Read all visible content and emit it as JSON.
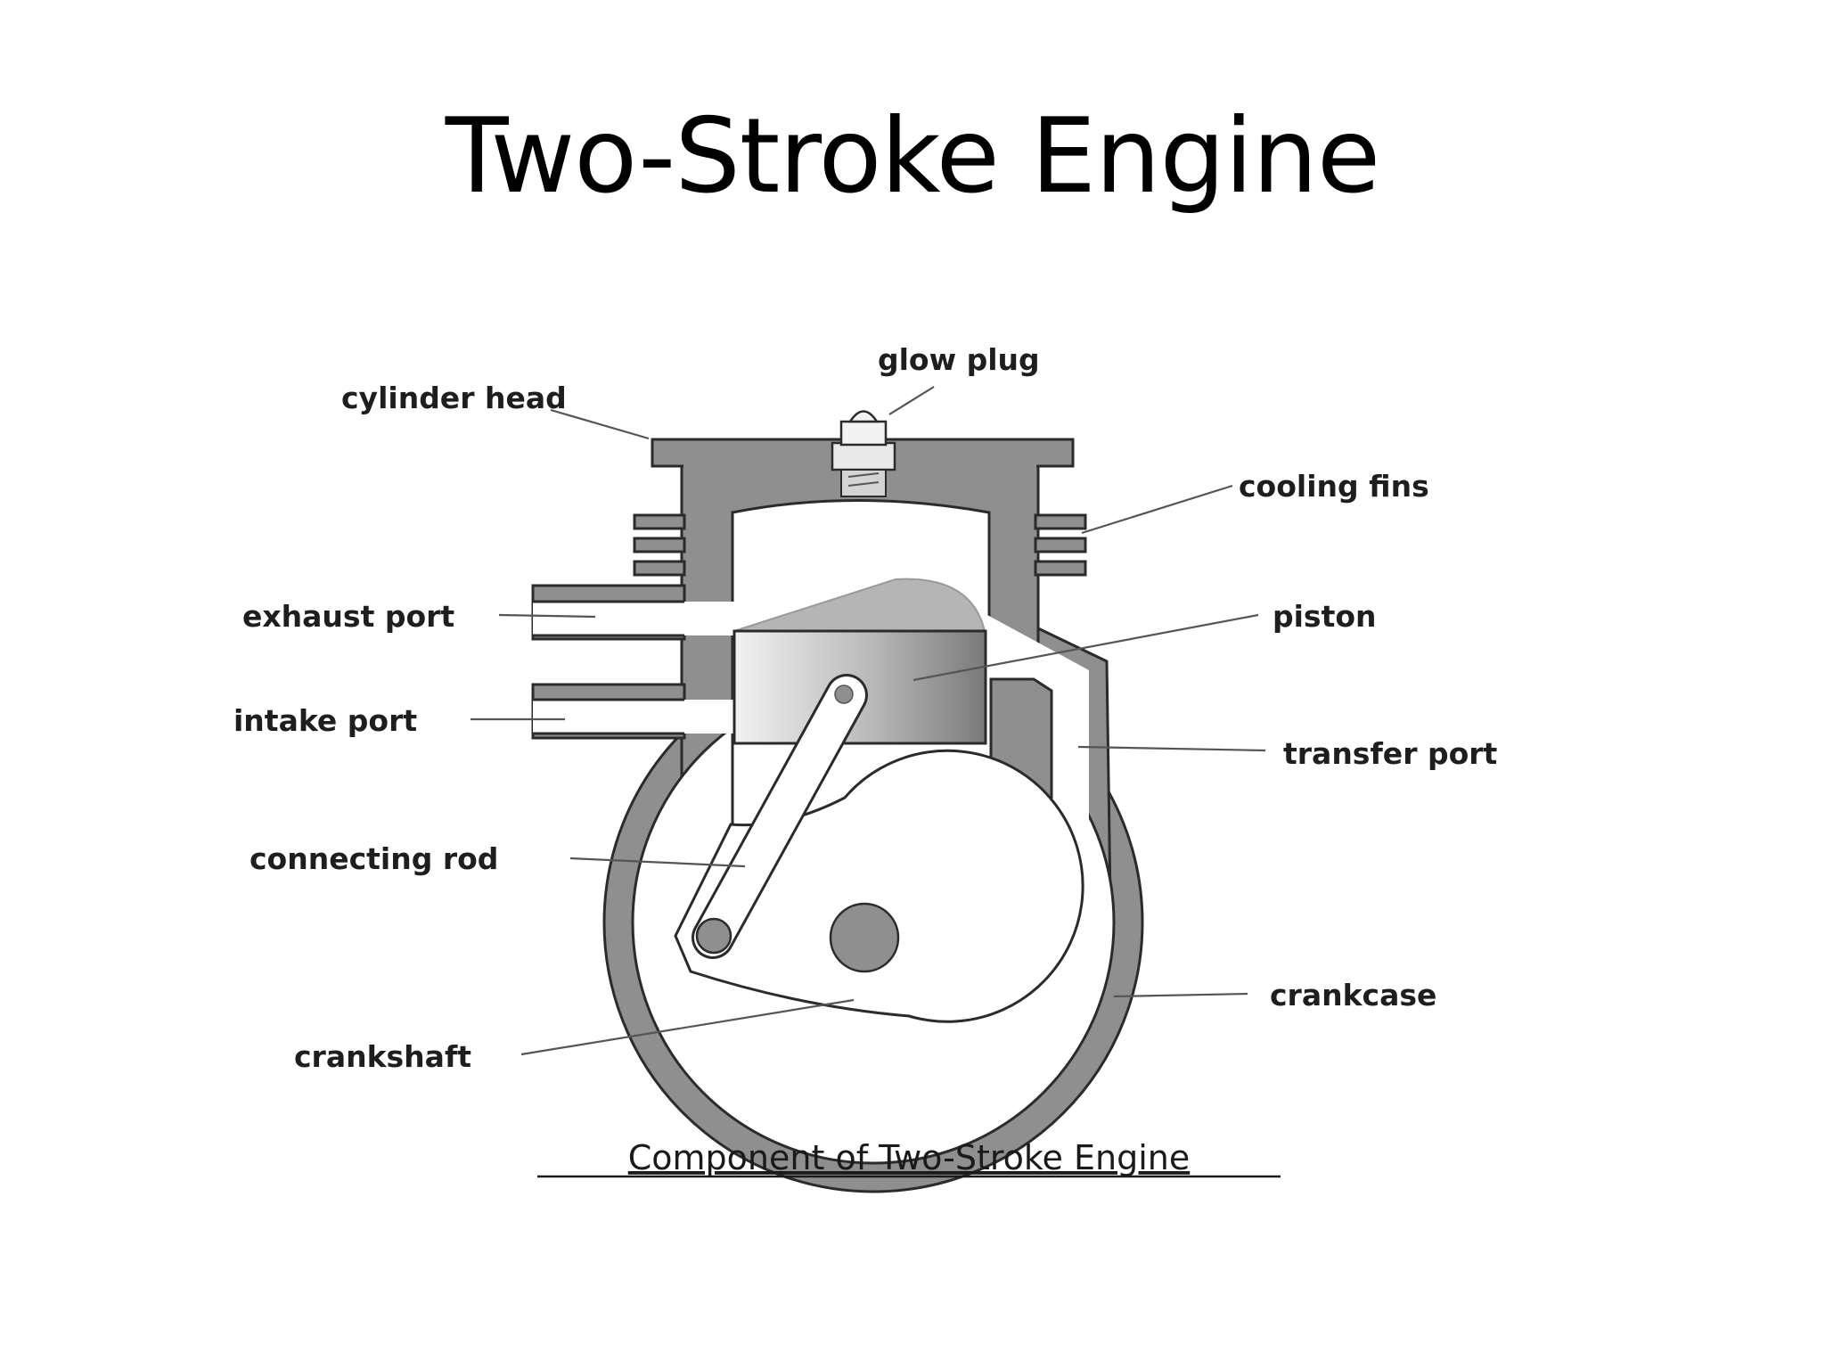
{
  "title": "Two-Stroke Engine",
  "caption": "Component of Two-Stroke Engine",
  "labels": {
    "glow_plug": "glow plug",
    "cylinder_head": "cylinder head",
    "cooling_fins": "cooling fins",
    "exhaust_port": "exhaust port",
    "piston": "piston",
    "intake_port": "intake port",
    "transfer_port": "transfer port",
    "connecting_rod": "connecting rod",
    "crankcase": "crankcase",
    "crankshaft": "crankshaft"
  },
  "colors": {
    "casing": "#8f8f8f",
    "cavity": "#ffffff",
    "outline": "#2b2b2b",
    "text": "#1e1e1e"
  }
}
